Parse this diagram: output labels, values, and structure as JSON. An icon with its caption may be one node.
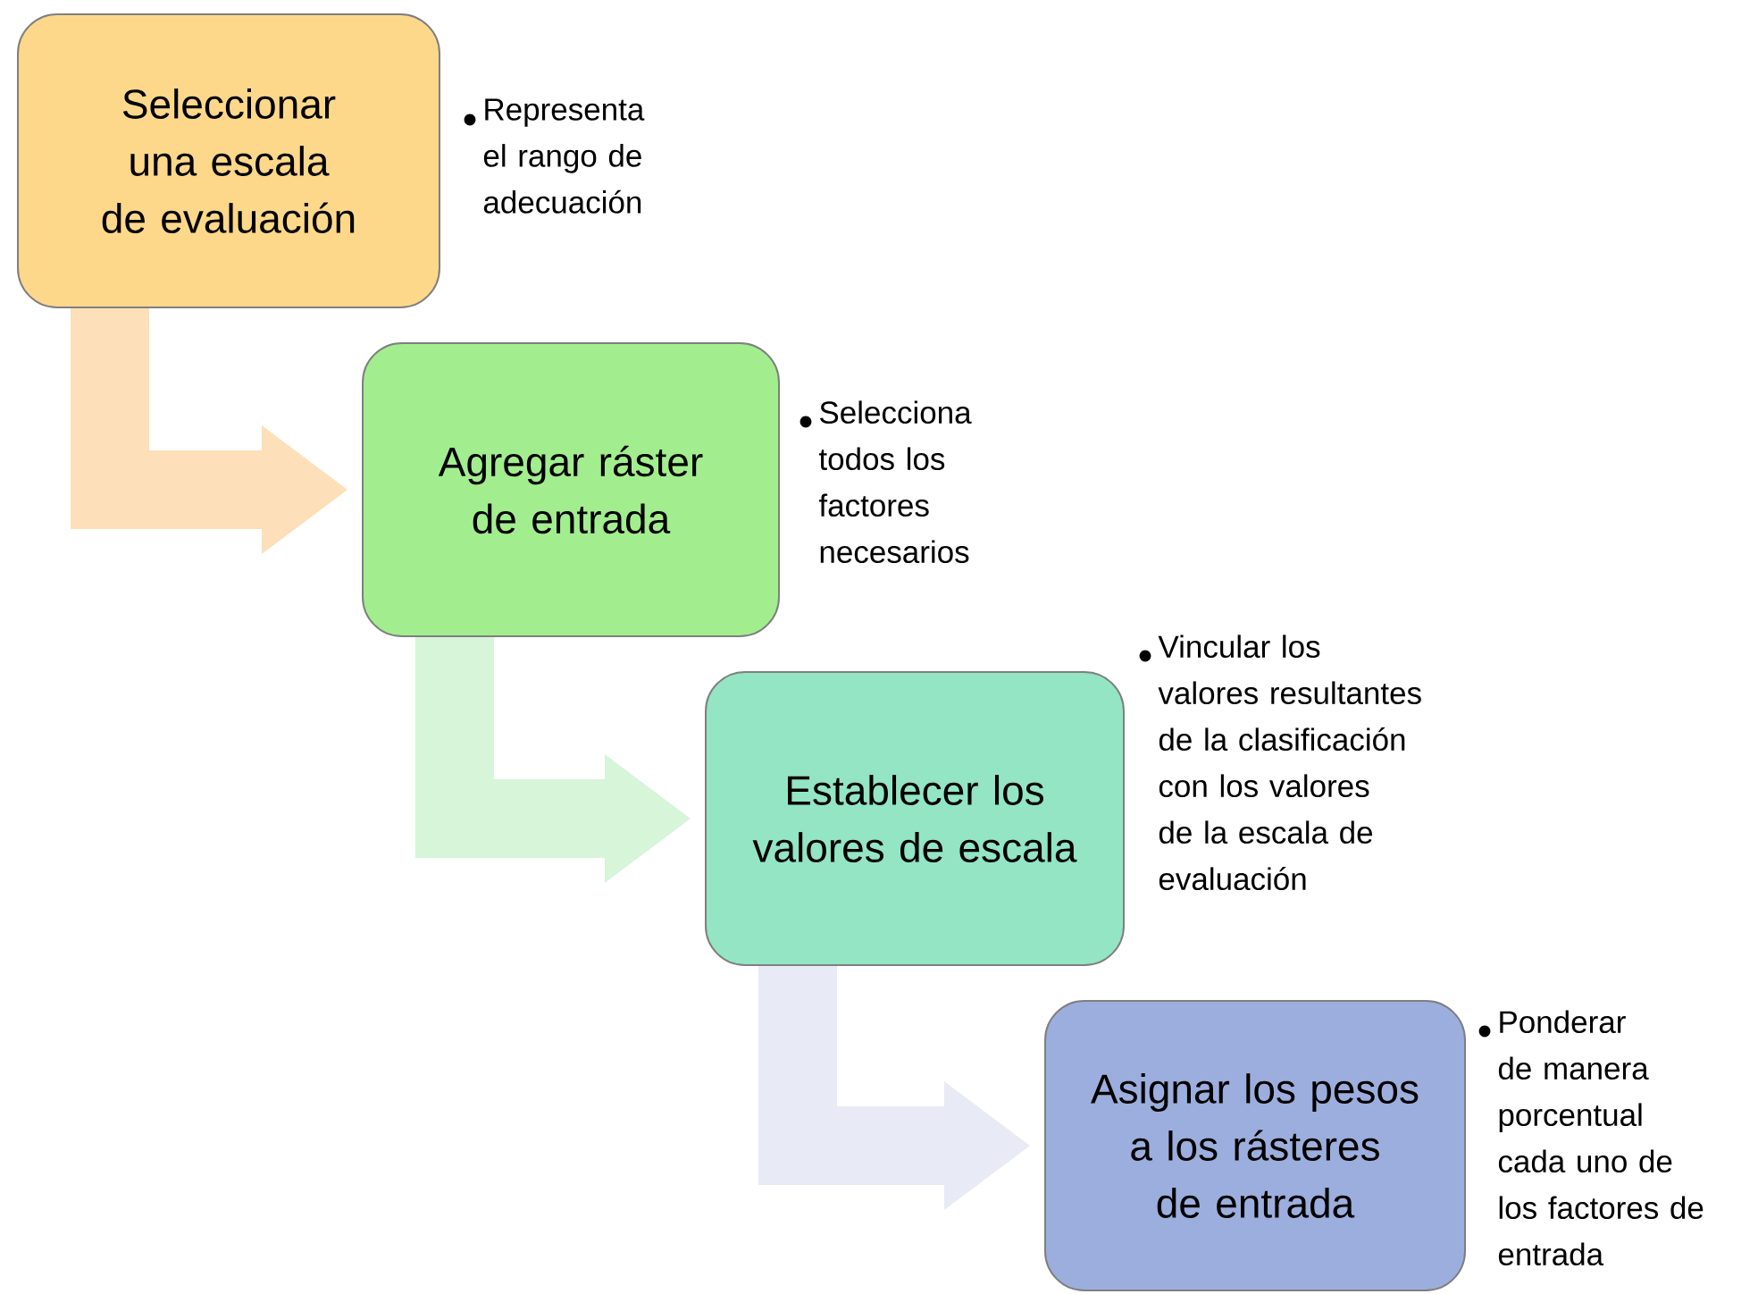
{
  "diagram": {
    "nodes": [
      {
        "text": [
          "Seleccionar una escala de evaluación"
        ],
        "beside": [
          "Representa el rango de adecuación"
        ]
      },
      {
        "text": [
          "Agregar ráster de entrada"
        ],
        "beside": [
          "Selecciona todos los factores necesarios"
        ]
      },
      {
        "text": [
          "Establecer los valores de escala"
        ],
        "beside": [
          "Vincular los valores resultantes de la clasificación con los valores de la escala de evaluación"
        ]
      },
      {
        "text": [
          "Asignar los pesos a los rásteres de entrada"
        ],
        "beside": [
          "Ponderar de manera porcentual cada uno de los factores de entrada"
        ]
      }
    ],
    "edges": [
      {
        "from": 0,
        "to": 1,
        "arrow": "to",
        "style": "thick",
        "color": "#fde0b9"
      },
      {
        "from": 1,
        "to": 2,
        "arrow": "to",
        "style": "thick",
        "color": "#d7f5d8"
      },
      {
        "from": 2,
        "to": 3,
        "arrow": "to",
        "style": "thick",
        "color": "#e8ebf5"
      }
    ]
  }
}
